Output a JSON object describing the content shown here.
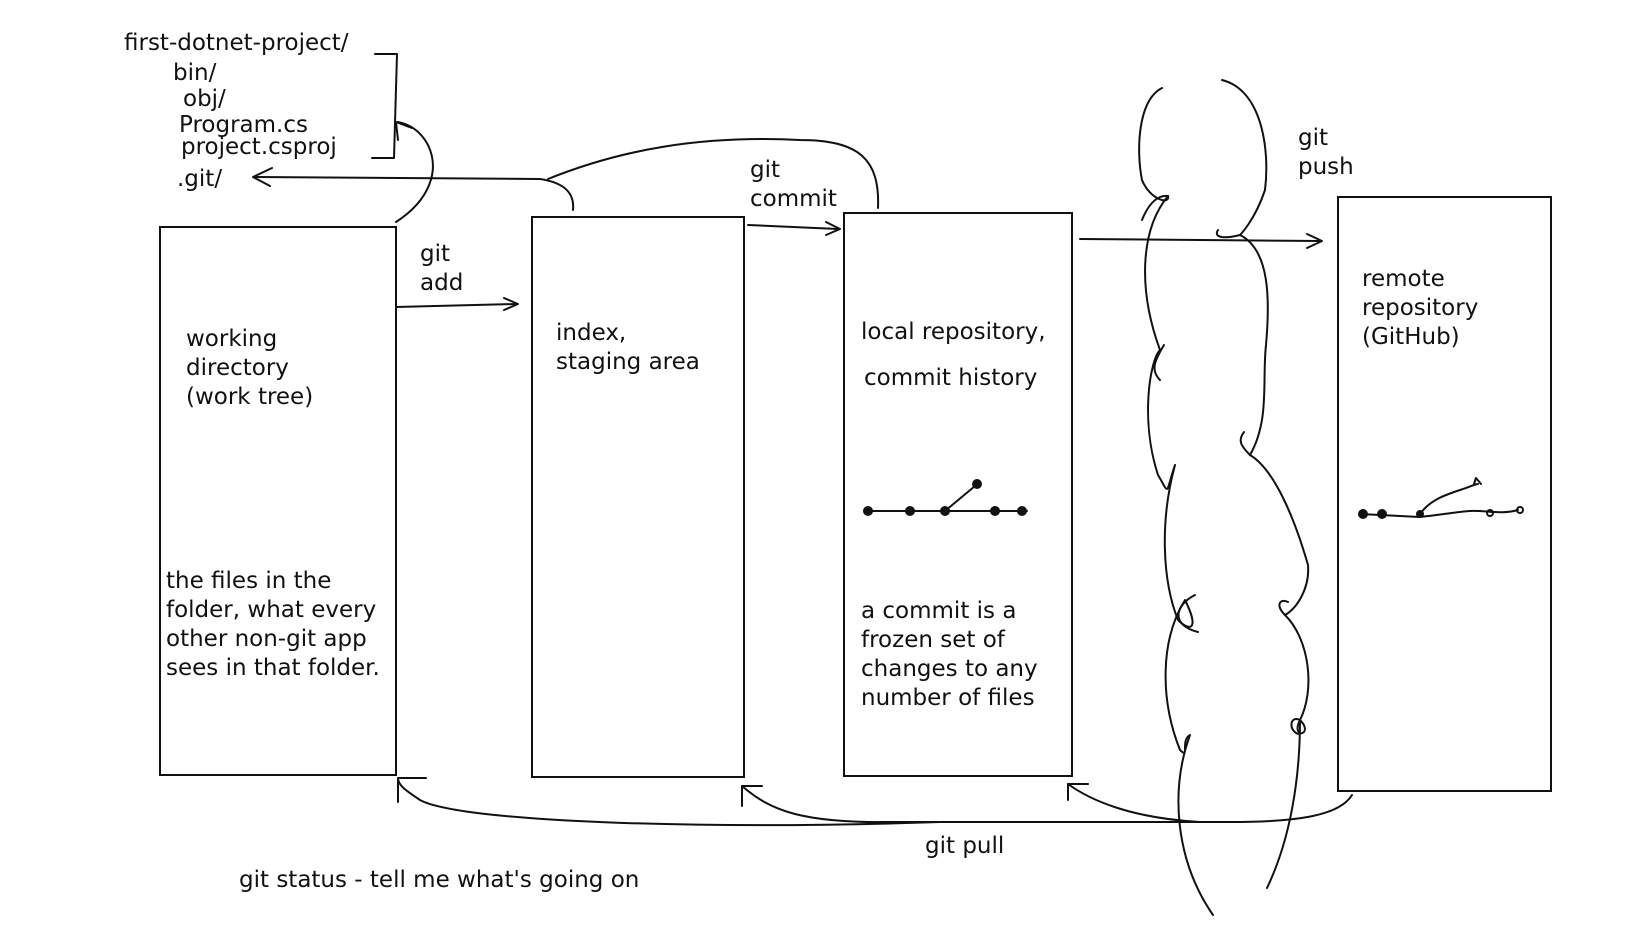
{
  "folder_tree": {
    "root": "first-dotnet-project/",
    "entries": [
      "bin/",
      "obj/",
      "Program.cs",
      "project.csproj"
    ],
    "git_dir": ".git/"
  },
  "areas": {
    "working_directory": {
      "title": "working\ndirectory\n(work tree)",
      "description": "the files in the\nfolder, what every\nother non-git app\nsees in that folder."
    },
    "staging": {
      "title": "index,\nstaging area"
    },
    "local_repo": {
      "title_line1": "local repository,",
      "title_line2": "commit history",
      "description": "a commit is a\nfrozen set of\nchanges to any\nnumber of files"
    },
    "remote_repo": {
      "title": "remote\nrepository\n(GitHub)"
    }
  },
  "commands": {
    "git_add": "git\nadd",
    "git_commit": "git\ncommit",
    "git_push": "git\npush",
    "git_pull": "git pull",
    "git_status": "git status - tell me what's going on"
  },
  "colors": {
    "ink": "#111111",
    "background": "#ffffff"
  }
}
